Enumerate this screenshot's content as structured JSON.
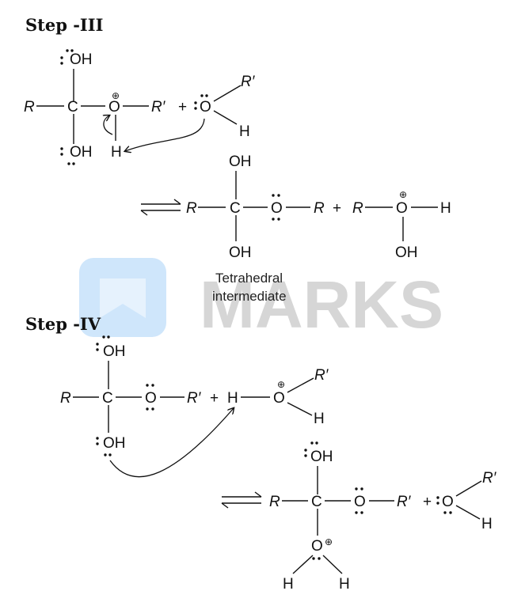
{
  "watermark": {
    "text": "MARKS",
    "logo_color": "#cfe6fb"
  },
  "step3": {
    "heading": "Step -III",
    "caption_line1": "Tetrahedral",
    "caption_line2": "intermediate"
  },
  "step4": {
    "heading": "Step -IV"
  },
  "labels": {
    "R": "R",
    "Rp": "R′",
    "C": "C",
    "O": "O",
    "OH": "OH",
    "H": "H",
    "plus": "+",
    "oplus": "⊕"
  }
}
